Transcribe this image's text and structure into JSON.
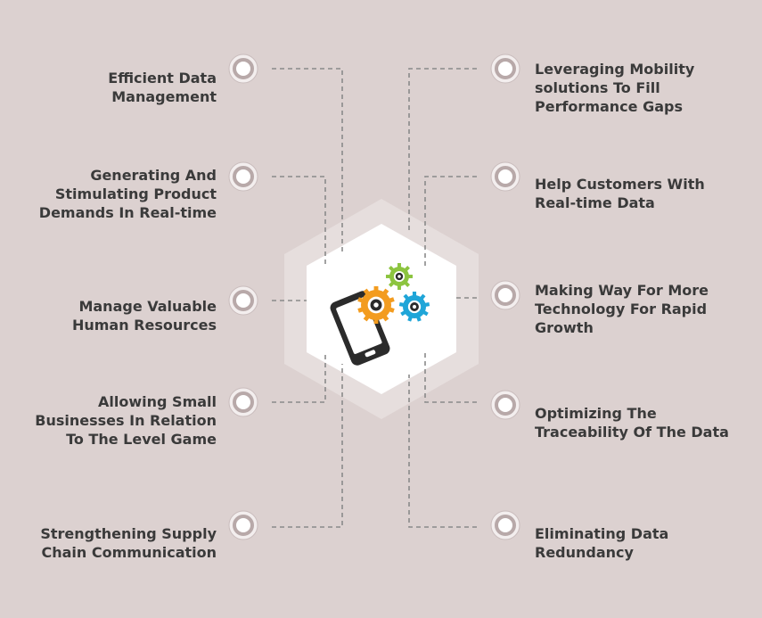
{
  "left_items": [
    {
      "lines": [
        "Efficient Data",
        "Management"
      ]
    },
    {
      "lines": [
        "Generating And",
        "Stimulating Product",
        "Demands In Real-time"
      ]
    },
    {
      "lines": [
        "Manage Valuable",
        "Human Resources"
      ]
    },
    {
      "lines": [
        "Allowing Small",
        "Businesses In Relation",
        "To The Level Game"
      ]
    },
    {
      "lines": [
        "Strengthening Supply",
        "Chain Communication"
      ]
    }
  ],
  "right_items": [
    {
      "lines": [
        "Leveraging Mobility",
        "solutions To Fill",
        "Performance Gaps"
      ]
    },
    {
      "lines": [
        "Help Customers With",
        "Real-time Data"
      ]
    },
    {
      "lines": [
        "Making Way For More",
        "Technology For Rapid",
        "Growth"
      ]
    },
    {
      "lines": [
        "Optimizing The",
        "Traceability Of The Data"
      ]
    },
    {
      "lines": [
        "Eliminating Data",
        "Redundancy"
      ]
    }
  ],
  "center": {
    "icon": "mobile-gears-icon"
  },
  "colors": {
    "background": "#dcd1d0",
    "hex_outer": "#e6dedd",
    "hex_inner": "#ffffff",
    "connector": "#8a8a8a",
    "gear_orange": "#f39c1f",
    "gear_green": "#8cc43f",
    "gear_blue": "#1fa5d8",
    "phone": "#2b2b2b"
  }
}
